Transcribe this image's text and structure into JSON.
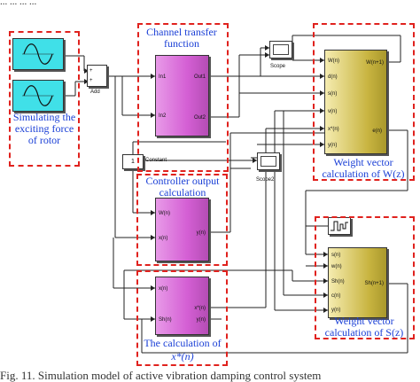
{
  "header": {
    "text": "... ... ... ..."
  },
  "blocks": {
    "add": {
      "label": "Add",
      "port_plus_1": "+",
      "port_plus_2": "+"
    },
    "constant": {
      "value": "1",
      "label": "Constant"
    },
    "scope": {
      "label": "Scope"
    },
    "scope2": {
      "label": "Scope2"
    },
    "channel": {
      "in1": "In1",
      "in2": "In2",
      "out1": "Out1",
      "out2": "Out2"
    },
    "controller": {
      "w": "W(n)",
      "x": "x(n)",
      "y": "y(n)"
    },
    "xstar": {
      "x": "x(n)",
      "sh": "Sh(n)",
      "xs": "x*(n)",
      "y": "y(n)"
    },
    "weight_w": {
      "inputs": [
        "W(n)",
        "d(n)",
        "s(n)",
        "v(n)",
        "x*(n)",
        "y(n)"
      ],
      "out1": "W(n+1)",
      "out2": "e(n)"
    },
    "weight_s": {
      "inputs": [
        "s(n)",
        "w(n)",
        "Sh(n)",
        "c(n)",
        "y(n)"
      ],
      "out1": "Sh(n+1)"
    }
  },
  "annotations": {
    "rotor": "Simulating the exciting force of rotor",
    "channel": "Channel transfer function",
    "controller": "Controller output calculation",
    "xstar_line1": "The calculation of",
    "xstar_line2": "x*(n)",
    "weight_w_line1": "Weight vector",
    "weight_w_line2": "calculation of W(z)",
    "weight_s_line1": "Weight vector",
    "weight_s_line2": "calculation of S(z)"
  },
  "caption": "Fig. 11. Simulation model of active vibration damping control system"
}
